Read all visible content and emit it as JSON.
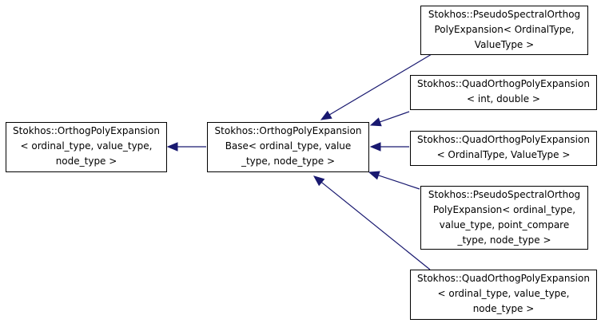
{
  "diagram": {
    "edge_color": "#191970",
    "nodes": {
      "orthog_poly_expansion": {
        "lines": [
          "Stokhos::OrthogPolyExpansion",
          "< ordinal_type, value_type,",
          "node_type >"
        ]
      },
      "orthog_poly_expansion_base": {
        "lines": [
          "Stokhos::OrthogPolyExpansion",
          "Base< ordinal_type, value",
          "_type, node_type >"
        ]
      },
      "pseudo_spectral_ordinal": {
        "lines": [
          "Stokhos::PseudoSpectralOrthog",
          "PolyExpansion< OrdinalType,",
          "ValueType >"
        ]
      },
      "quad_int_double": {
        "lines": [
          "Stokhos::QuadOrthogPolyExpansion",
          "< int, double >"
        ]
      },
      "quad_ordinal_value": {
        "lines": [
          "Stokhos::QuadOrthogPolyExpansion",
          "< OrdinalType, ValueType >"
        ]
      },
      "pseudo_spectral_point_compare": {
        "lines": [
          "Stokhos::PseudoSpectralOrthog",
          "PolyExpansion< ordinal_type,",
          "value_type, point_compare",
          "_type, node_type >"
        ]
      },
      "quad_ordinal_value_node": {
        "lines": [
          "Stokhos::QuadOrthogPolyExpansion",
          "< ordinal_type, value_type,",
          "node_type >"
        ]
      }
    },
    "edges": [
      {
        "from": "orthog_poly_expansion_base",
        "to": "orthog_poly_expansion"
      },
      {
        "from": "pseudo_spectral_ordinal",
        "to": "orthog_poly_expansion_base"
      },
      {
        "from": "quad_int_double",
        "to": "orthog_poly_expansion_base"
      },
      {
        "from": "quad_ordinal_value",
        "to": "orthog_poly_expansion_base"
      },
      {
        "from": "pseudo_spectral_point_compare",
        "to": "orthog_poly_expansion_base"
      },
      {
        "from": "quad_ordinal_value_node",
        "to": "orthog_poly_expansion_base"
      }
    ]
  }
}
